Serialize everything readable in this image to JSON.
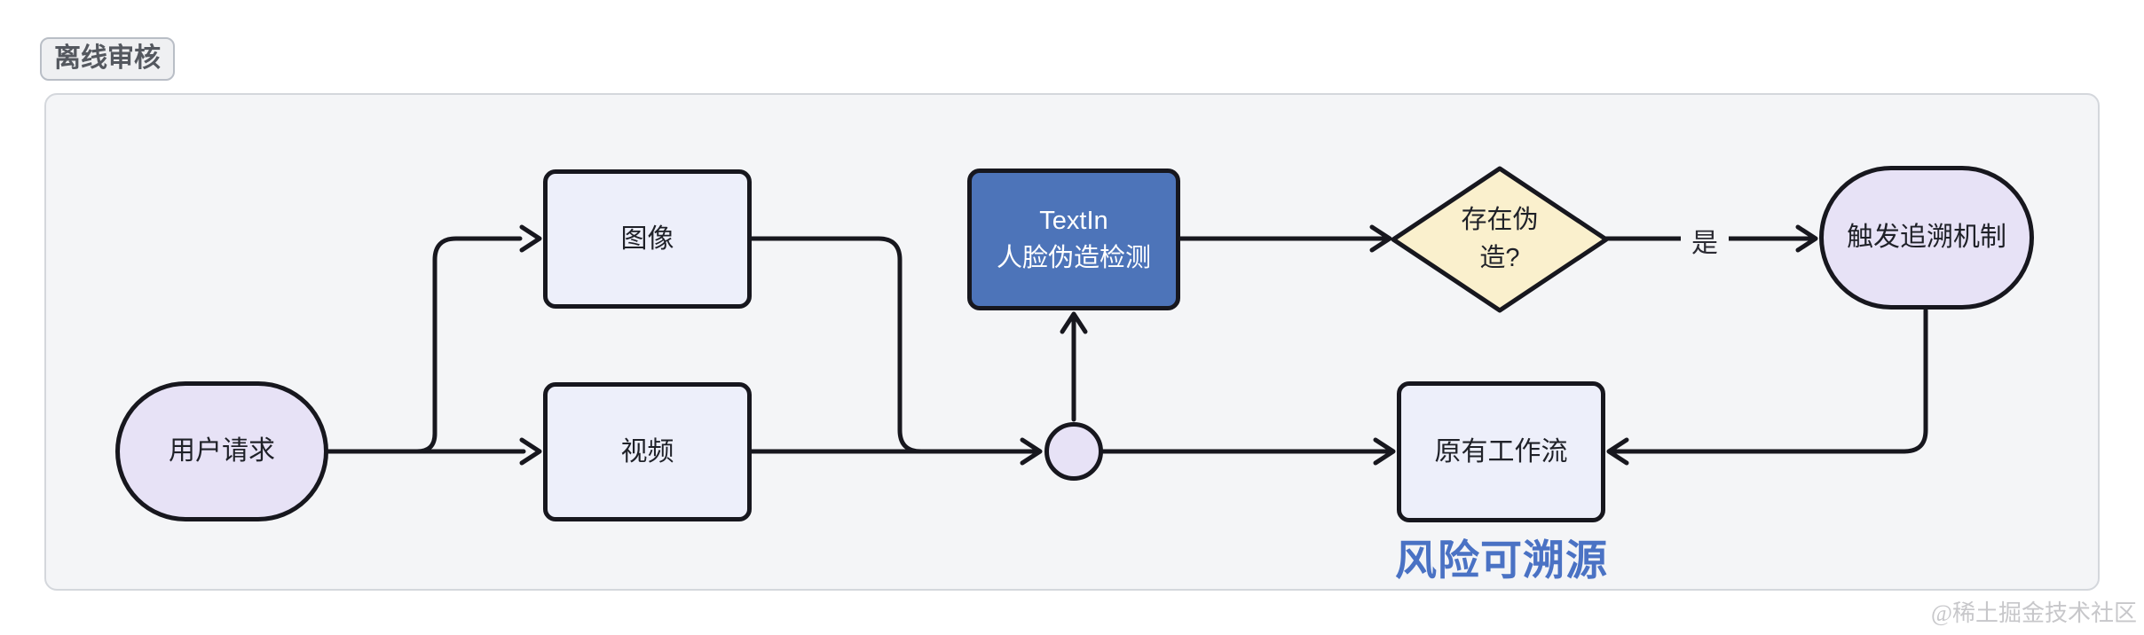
{
  "page": {
    "badge_label": "离线审核",
    "watermark": "@稀土掘金技术社区"
  },
  "flowchart": {
    "nodes": {
      "user_request": {
        "label": "用户请求",
        "shape": "stadium"
      },
      "image": {
        "label": "图像",
        "shape": "rectangle"
      },
      "video": {
        "label": "视频",
        "shape": "rectangle"
      },
      "textin_detect": {
        "label": "TextIn\n人脸伪造检测",
        "shape": "rectangle"
      },
      "merge_point": {
        "label": "",
        "shape": "circle"
      },
      "forgery_decision": {
        "label": "存在伪\n造?",
        "shape": "diamond"
      },
      "trace_mechanism": {
        "label": "触发追溯机制",
        "shape": "stadium"
      },
      "original_workflow": {
        "label": "原有工作流",
        "shape": "rectangle"
      }
    },
    "edge_labels": {
      "decision_yes": "是"
    },
    "caption": "风险可溯源",
    "connections": [
      "用户请求 -> 图像",
      "用户请求 -> 视频",
      "图像 -> 汇合点",
      "视频 -> 汇合点",
      "汇合点 -> TextIn人脸伪造检测",
      "汇合点 -> 原有工作流",
      "TextIn人脸伪造检测 -> 存在伪造?",
      "存在伪造? -是-> 触发追溯机制",
      "触发追溯机制 -> 原有工作流"
    ]
  },
  "colors": {
    "accent_blue": "#4D74B9",
    "node_purple": "#E7E2F6",
    "node_blue_light": "#EDEFFA",
    "diamond_yellow": "#FAF0CD",
    "stroke_dark": "#17171E",
    "container_bg": "#F4F5F7",
    "container_border": "#D4D7DC",
    "title_blue": "#4A72C4",
    "badge_bg": "#EFF0F2",
    "badge_border": "#B9BEC6",
    "badge_text": "#54585F",
    "watermark_gray": "#C7C7CA"
  }
}
